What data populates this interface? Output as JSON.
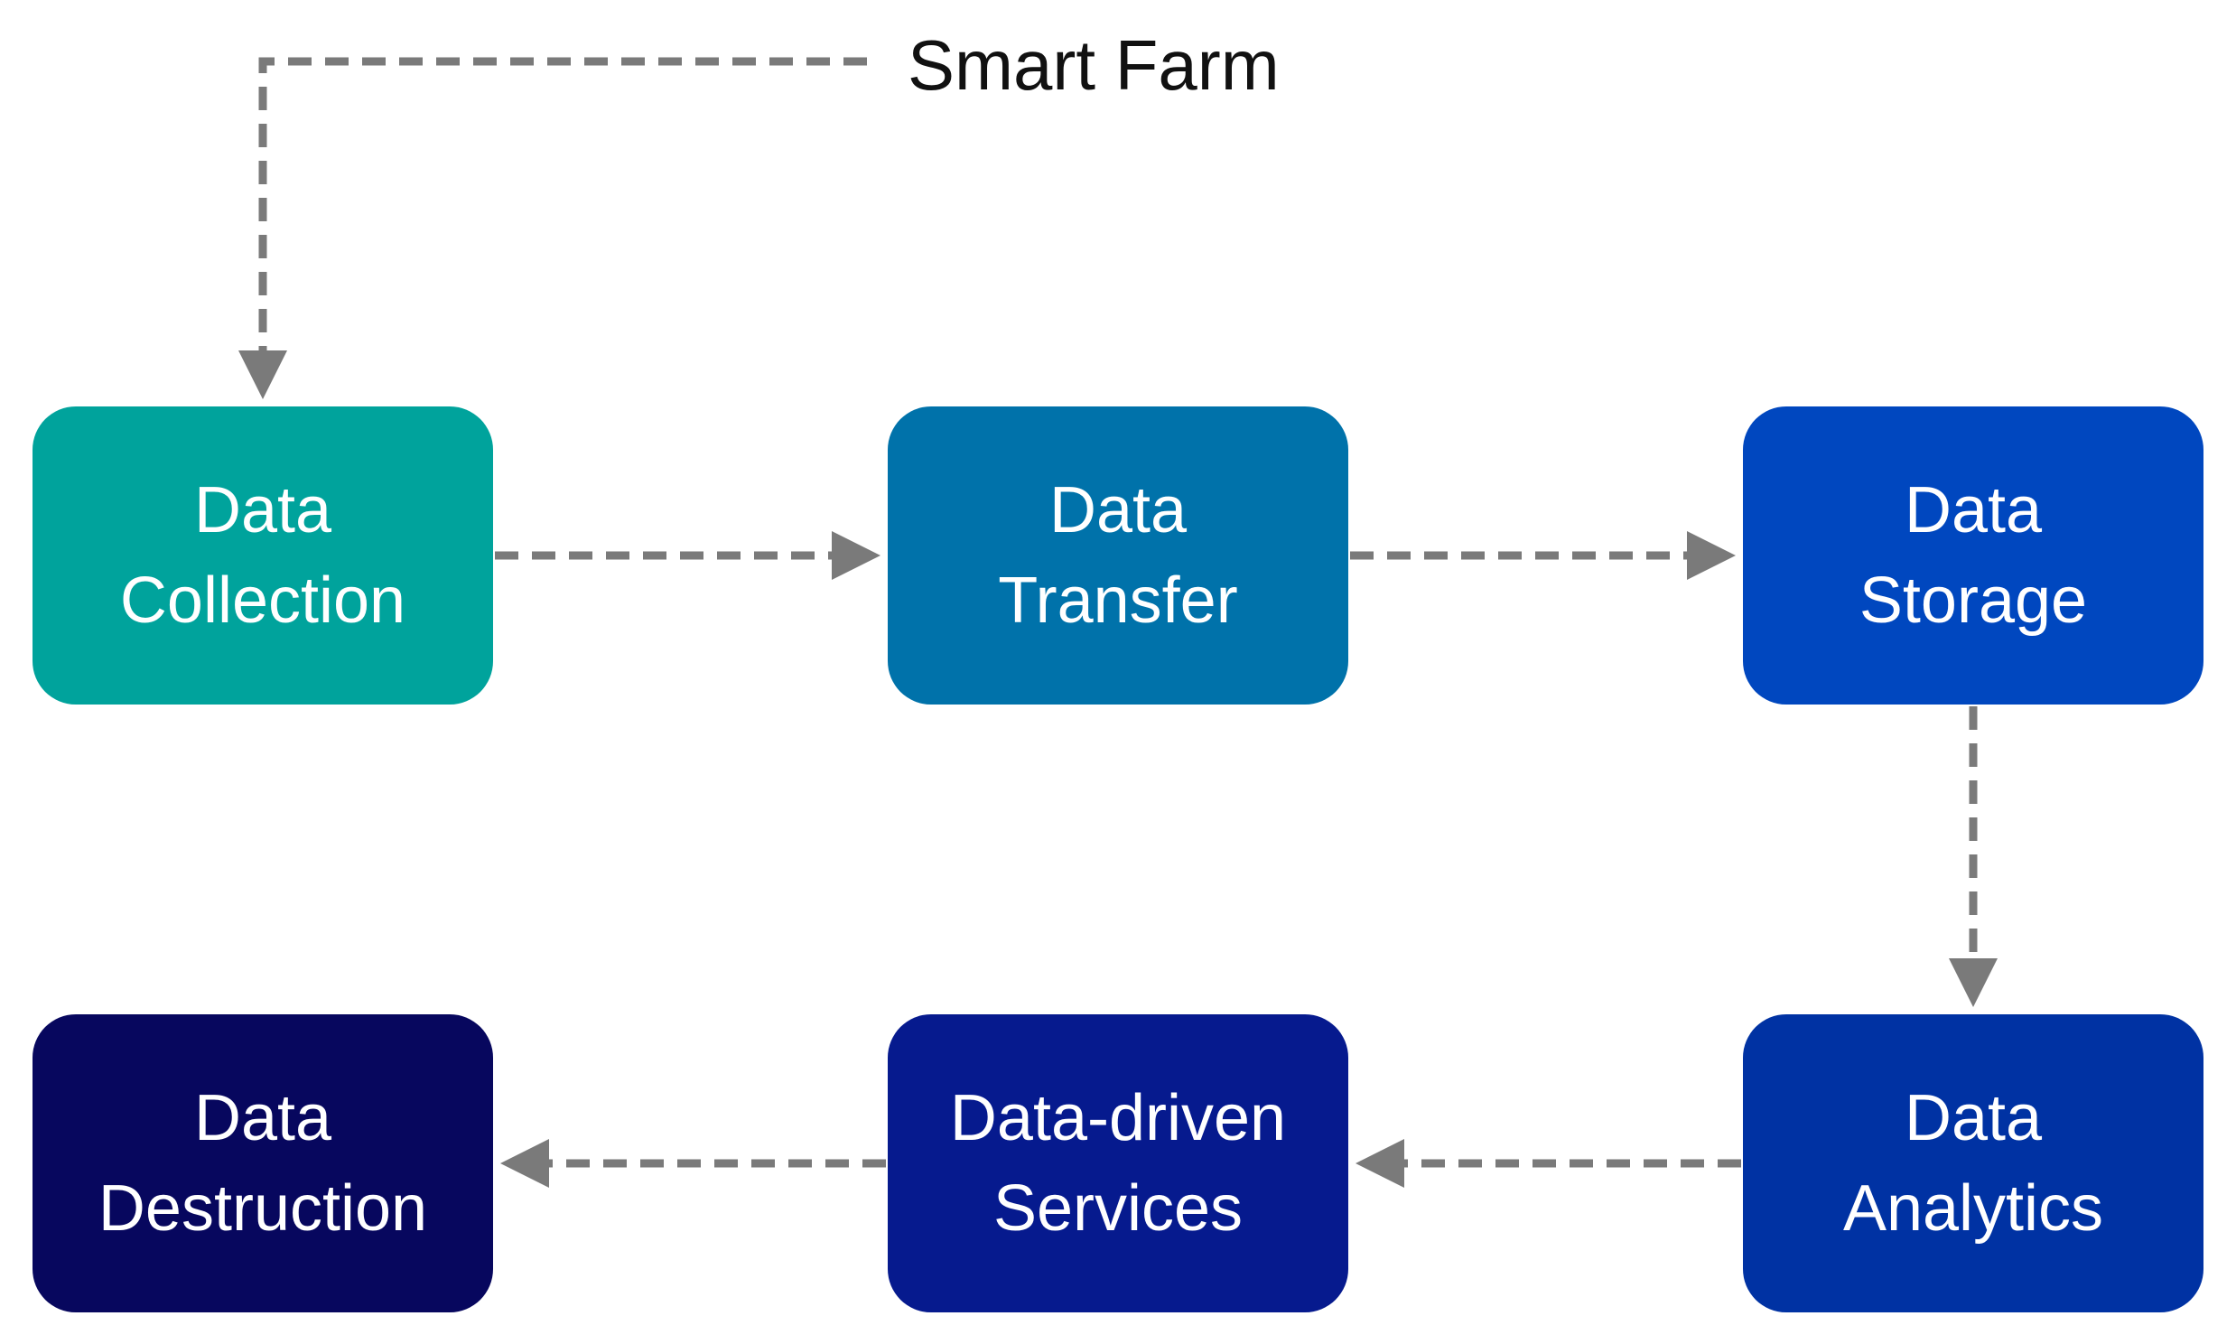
{
  "title": "Smart Farm",
  "colors": {
    "connector": "#7a7a7a",
    "text_on_node": "#ffffff",
    "collection": "#00a39c",
    "transfer": "#0072aa",
    "storage": "#0047bf",
    "analytics": "#0032a3",
    "services": "#061a8e",
    "destruction": "#07075e"
  },
  "nodes": {
    "collection": {
      "line1": "Data",
      "line2": "Collection"
    },
    "transfer": {
      "line1": "Data",
      "line2": "Transfer"
    },
    "storage": {
      "line1": "Data",
      "line2": "Storage"
    },
    "analytics": {
      "line1": "Data",
      "line2": "Analytics"
    },
    "services": {
      "line1": "Data-driven",
      "line2": "Services"
    },
    "destruction": {
      "line1": "Data",
      "line2": "Destruction"
    }
  },
  "edges": [
    {
      "from": "title",
      "to": "collection"
    },
    {
      "from": "collection",
      "to": "transfer"
    },
    {
      "from": "transfer",
      "to": "storage"
    },
    {
      "from": "storage",
      "to": "analytics"
    },
    {
      "from": "analytics",
      "to": "services"
    },
    {
      "from": "services",
      "to": "destruction"
    }
  ]
}
